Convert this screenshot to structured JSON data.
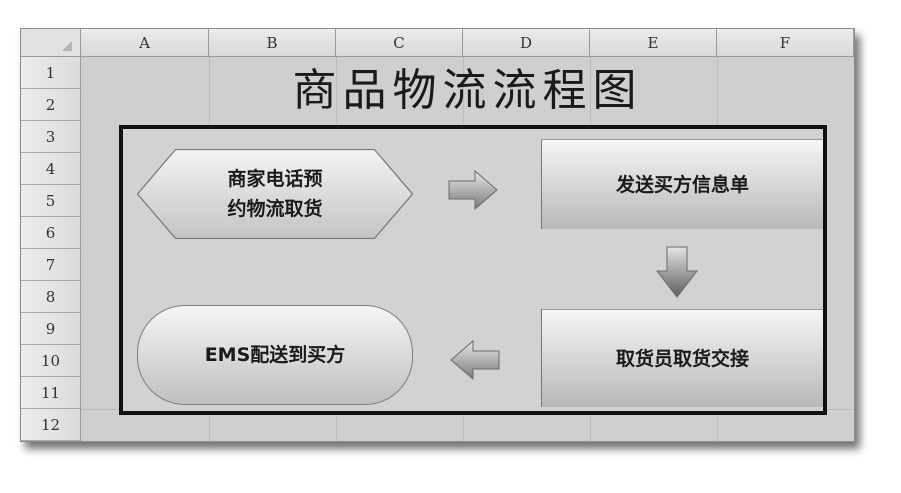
{
  "sheet": {
    "columns": [
      "A",
      "B",
      "C",
      "D",
      "E",
      "F"
    ],
    "rows": [
      "1",
      "2",
      "3",
      "4",
      "5",
      "6",
      "7",
      "8",
      "9",
      "10",
      "11",
      "12"
    ]
  },
  "diagram": {
    "title": "商品物流流程图",
    "steps": {
      "start": "商家电话预\n约物流取货",
      "send_info": "发送买方信息单",
      "pickup_handover": "取货员取货交接",
      "delivery": "EMS配送到买方"
    },
    "arrows": [
      "arrow-right-icon",
      "arrow-down-icon",
      "arrow-left-icon"
    ]
  }
}
